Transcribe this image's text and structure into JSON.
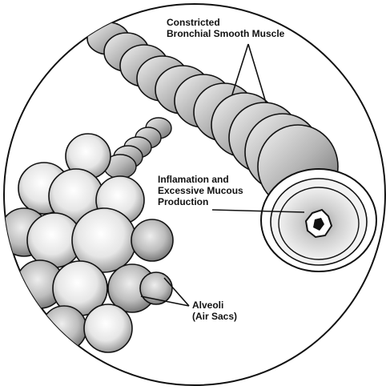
{
  "labels": {
    "muscle": {
      "line1": "Constricted",
      "line2": "Bronchial Smooth Muscle"
    },
    "inflammation": {
      "line1": "Inflamation and",
      "line2": "Excessive Mucous",
      "line3": "Production"
    },
    "alveoli": {
      "line1": "Alveoli",
      "line2": "(Air Sacs)"
    }
  },
  "colors": {
    "ink": "#111111",
    "tissue_light": "#d9d9d9",
    "tissue_mid": "#a8a8a8",
    "tissue_dark": "#6e6e6e",
    "background": "#ffffff"
  }
}
